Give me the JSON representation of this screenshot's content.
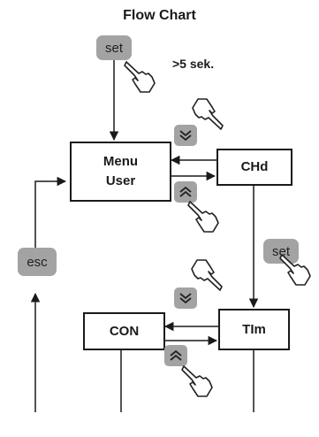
{
  "title": "Flow Chart",
  "note": ">5 sek.",
  "boxes": {
    "menu_user": [
      "Menu",
      "User"
    ],
    "chd": "CHd",
    "tim": "TIm",
    "con": "CON"
  },
  "buttons": {
    "set_top": "set",
    "set_right": "set",
    "esc": "esc"
  },
  "icons": [
    "pointing-hand-icon",
    "double-chevron-down-icon",
    "double-chevron-up-icon"
  ],
  "colors": {
    "key": "#a3a3a3",
    "line": "#1a1a1a"
  }
}
